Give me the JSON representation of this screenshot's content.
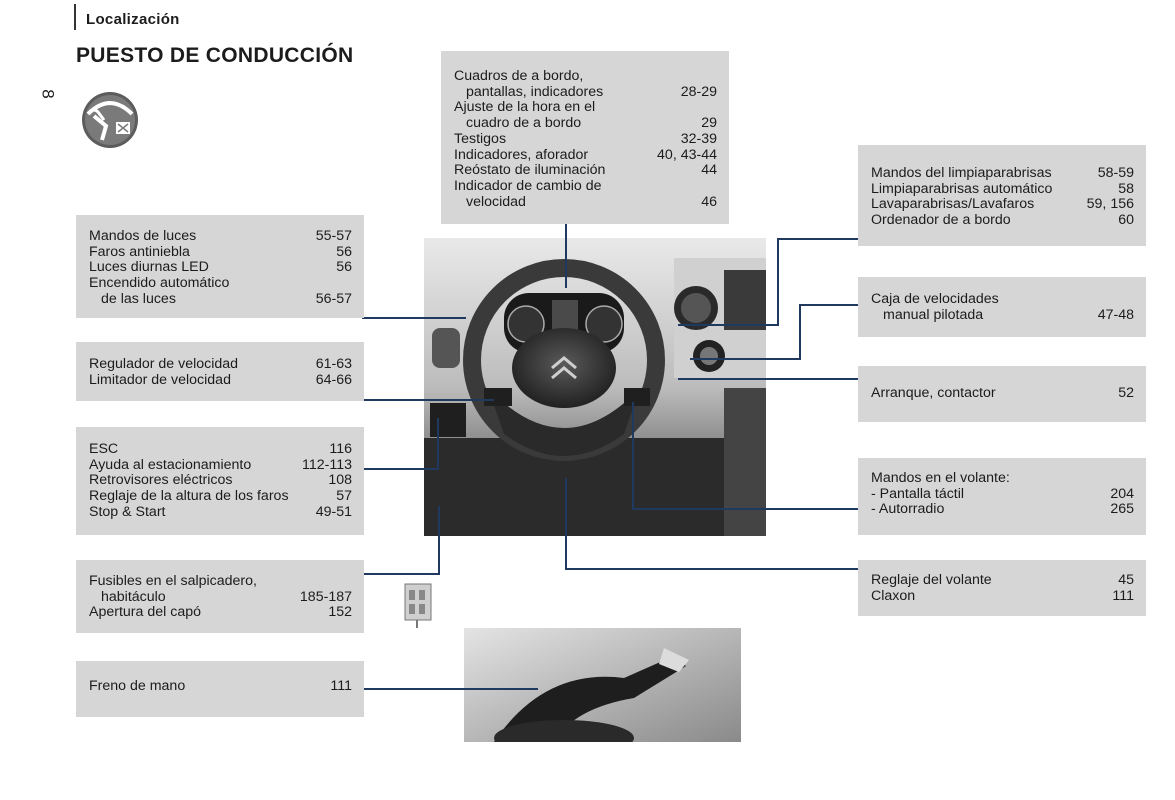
{
  "section": "Localización",
  "title": "PUESTO DE CONDUCCIÓN",
  "page_number": "8",
  "boxes": {
    "top": [
      {
        "l": "Cuadros de a bordo,",
        "r": ""
      },
      {
        "l": "pantallas, indicadores",
        "r": "28-29",
        "indent": true
      },
      {
        "l": "Ajuste de la hora en el",
        "r": ""
      },
      {
        "l": "cuadro de a bordo",
        "r": "29",
        "indent": true
      },
      {
        "l": "Testigos",
        "r": "32-39"
      },
      {
        "l": "Indicadores, aforador",
        "r": "40, 43-44"
      },
      {
        "l": "Reóstato de iluminación",
        "r": "44"
      },
      {
        "l": "Indicador de cambio de",
        "r": ""
      },
      {
        "l": "velocidad",
        "r": "46",
        "indent": true
      }
    ],
    "luces": [
      {
        "l": "Mandos de luces",
        "r": "55-57"
      },
      {
        "l": "Faros antiniebla",
        "r": "56"
      },
      {
        "l": "Luces diurnas LED",
        "r": "56"
      },
      {
        "l": "Encendido automático",
        "r": ""
      },
      {
        "l": "de las luces",
        "r": "56-57",
        "indent": true
      }
    ],
    "velocidad": [
      {
        "l": "Regulador de velocidad",
        "r": "61-63"
      },
      {
        "l": "Limitador de velocidad",
        "r": "64-66"
      }
    ],
    "esc": [
      {
        "l": "ESC",
        "r": "116"
      },
      {
        "l": "Ayuda al estacionamiento",
        "r": "112-113"
      },
      {
        "l": "Retrovisores eléctricos",
        "r": "108"
      },
      {
        "l": "Reglaje de la altura de los faros",
        "r": "57"
      },
      {
        "l": "Stop & Start",
        "r": "49-51"
      }
    ],
    "fusibles": [
      {
        "l": "Fusibles en el salpicadero,",
        "r": ""
      },
      {
        "l": "habitáculo",
        "r": "185-187",
        "indent": true
      },
      {
        "l": "Apertura del capó",
        "r": "152"
      }
    ],
    "freno": [
      {
        "l": "Freno de mano",
        "r": "111"
      }
    ],
    "limpia": [
      {
        "l": "Mandos del limpiaparabrisas",
        "r": "58-59"
      },
      {
        "l": "Limpiaparabrisas automático",
        "r": "58"
      },
      {
        "l": "Lavaparabrisas/Lavafaros",
        "r": "59, 156"
      },
      {
        "l": "Ordenador de a bordo",
        "r": "60"
      }
    ],
    "caja": [
      {
        "l": "Caja de velocidades",
        "r": ""
      },
      {
        "l": "manual pilotada",
        "r": "47-48",
        "indent": true
      }
    ],
    "arranque": [
      {
        "l": "Arranque, contactor",
        "r": "52"
      }
    ],
    "volante_mandos": [
      {
        "l": "Mandos en el volante:",
        "r": ""
      },
      {
        "l": "-     Pantalla táctil",
        "r": "204"
      },
      {
        "l": "-     Autorradio",
        "r": "265"
      }
    ],
    "reglaje": [
      {
        "l": "Reglaje del volante",
        "r": "45"
      },
      {
        "l": "Claxon",
        "r": "111"
      }
    ]
  },
  "colors": {
    "box_bg": "#d6d6d6",
    "leader_line": "#1f3a5e"
  },
  "icons": [
    "steering-wheel-location-icon"
  ]
}
